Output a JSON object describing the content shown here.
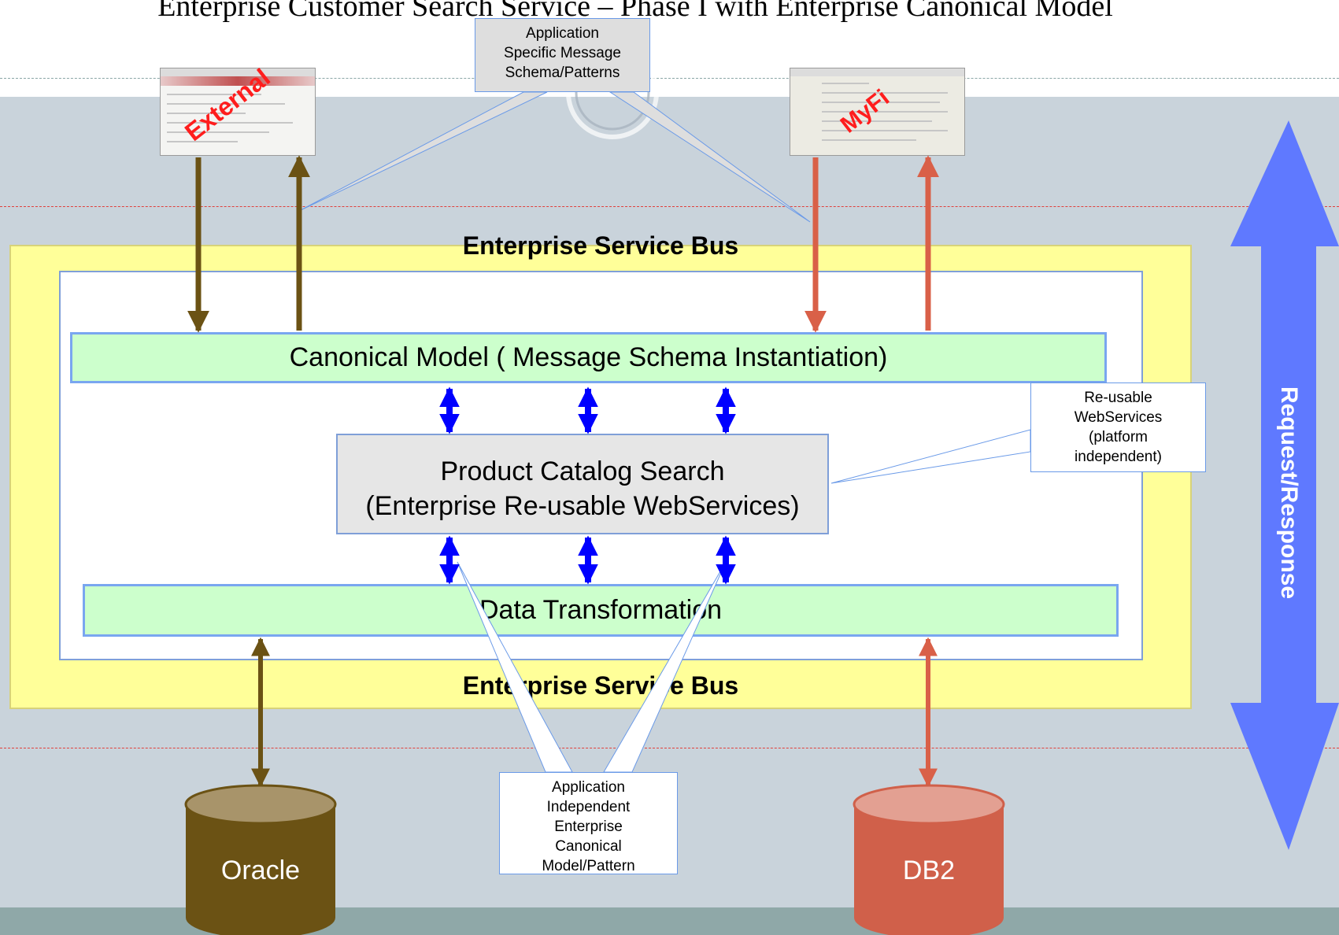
{
  "title": "Enterprise Customer Search Service – Phase I with Enterprise Canonical Model",
  "colors": {
    "panel": "#c9d3db",
    "esb_fill": "#ffff99",
    "layer_fill": "#ccffcc",
    "arrow_blue": "#0000ff",
    "arrow_brown": "#6b5214",
    "arrow_red": "#d96048",
    "side_arrow": "#5f79ff",
    "oracle": "#6b5214",
    "db2": "#d0604a",
    "dashed_red": "#e0403c"
  },
  "clients": {
    "external": "External",
    "myfi": "MyFi"
  },
  "callouts": {
    "app_specific": [
      "Application",
      "Specific Message",
      "Schema/Patterns"
    ],
    "reusable": [
      "Re-usable",
      "WebServices",
      "(platform",
      "independent)"
    ],
    "independent": [
      "Application",
      "Independent",
      "Enterprise",
      "Canonical",
      "Model/Pattern"
    ]
  },
  "esb": {
    "label_top": "Enterprise Service Bus",
    "label_bottom": "Enterprise Service Bus"
  },
  "layers": {
    "canonical": "Canonical Model ( Message Schema Instantiation)",
    "catalog_line1": "Product Catalog Search",
    "catalog_line2": "(Enterprise Re-usable WebServices)",
    "data": "Data Transformation"
  },
  "databases": {
    "oracle": "Oracle",
    "db2": "DB2"
  },
  "side_arrow_label": "Request/Response"
}
